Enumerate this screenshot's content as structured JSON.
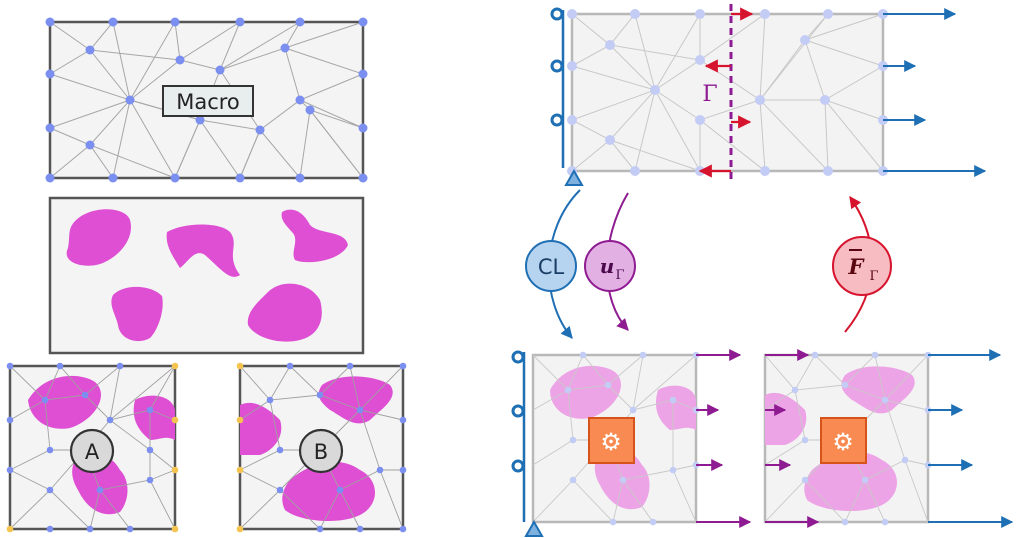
{
  "left": {
    "macro_label": "Macro",
    "sample_a_label": "A",
    "sample_b_label": "B"
  },
  "right": {
    "interface_label": "Γ",
    "cl_label": "CL",
    "u_gamma": {
      "main": "u",
      "sub": "Γ"
    },
    "f_gamma": {
      "main": "F",
      "sub": "Γ"
    }
  },
  "icons": {
    "solver": "gears-icon",
    "fixed_support": "roller-support-icon",
    "pinned_support": "pin-support-icon"
  },
  "colors": {
    "mesh_node": "#7b8ff0",
    "mesh_edge": "#a6a6a6",
    "frame": "#555555",
    "inclusion": "#de4fd3",
    "inclusion_light": "#eda4e6",
    "boundary_node": "#f5c44f",
    "force_arrow": "#1f6fb4",
    "interface": "#8e1b91",
    "traction": "#d6142d",
    "solver_box": "#f98a52"
  }
}
